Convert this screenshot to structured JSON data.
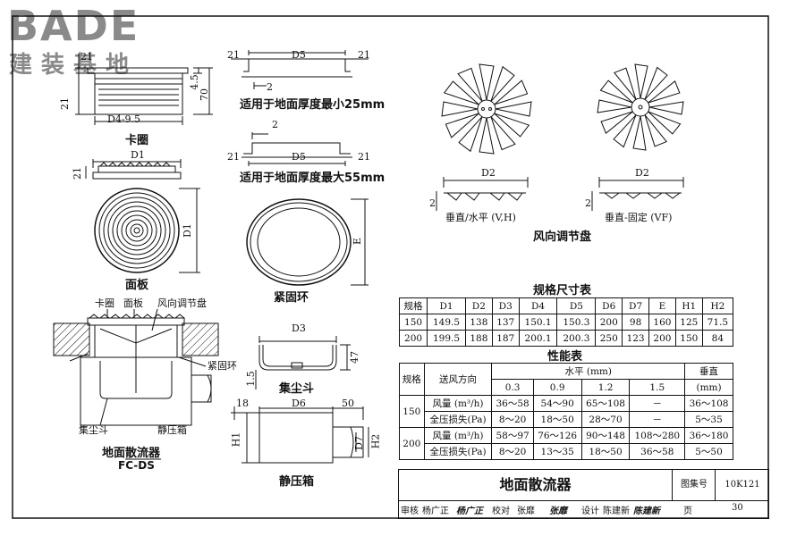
{
  "logo": {
    "brand": "BADE",
    "sub": "建装基地"
  },
  "parts": {
    "kaquan": {
      "caption": "卡圈",
      "dims": [
        "21",
        "4.5",
        "70",
        "21",
        "D4-9.5"
      ]
    },
    "mianban": {
      "caption": "面板",
      "dims": [
        "D1",
        "21",
        "D1"
      ]
    },
    "kaquan_top": {
      "dims": [
        "21",
        "D5",
        "21",
        "2"
      ],
      "note": "适用于地面厚度最小25mm"
    },
    "kaquan_bottom": {
      "dims": [
        "2",
        "21",
        "D5",
        "21"
      ],
      "note": "适用于地面厚度最大55mm"
    },
    "jingu": {
      "caption": "紧固环",
      "dims": [
        "E"
      ]
    },
    "jichen": {
      "caption": "集尘斗",
      "dims": [
        "D3",
        "47",
        "1.5"
      ]
    },
    "jingya": {
      "caption": "静压箱",
      "dims": [
        "18",
        "D6",
        "50",
        "H1",
        "D7",
        "H2"
      ]
    },
    "fengxiang": {
      "caption": "风向调节盘",
      "left_dim": "D2",
      "right_dim": "D2",
      "thick": "2",
      "left_label": "垂直/水平 (V,H)",
      "right_label": "垂直-固定 (VF)"
    },
    "assembly": {
      "caption": "地面散流器",
      "code": "FC-DS",
      "labels": [
        "卡圈",
        "面板",
        "风向调节盘",
        "紧固环",
        "集尘斗",
        "静压箱"
      ]
    }
  },
  "spec_table": {
    "title": "规格尺寸表",
    "headers": [
      "规格",
      "D1",
      "D2",
      "D3",
      "D4",
      "D5",
      "D6",
      "D7",
      "E",
      "H1",
      "H2"
    ],
    "rows": [
      [
        "150",
        "149.5",
        "138",
        "137",
        "150.1",
        "150.3",
        "200",
        "98",
        "160",
        "125",
        "71.5"
      ],
      [
        "200",
        "199.5",
        "188",
        "187",
        "200.1",
        "200.3",
        "250",
        "123",
        "200",
        "150",
        "84"
      ]
    ]
  },
  "perf_table": {
    "title": "性能表",
    "h_spec": "规格",
    "h_dir": "送风方向",
    "h_horiz": "水平 (mm)",
    "h_vert": "垂直",
    "h_vert_unit": "(mm)",
    "cols": [
      "0.3",
      "0.9",
      "1.2",
      "1.5"
    ],
    "groups": [
      {
        "spec": "150",
        "rows": [
          {
            "label": "风量 (m³/h)",
            "vals": [
              "36～58",
              "54～90",
              "65～108",
              "－",
              "36～108"
            ]
          },
          {
            "label": "全压损失(Pa)",
            "vals": [
              "8～20",
              "18～50",
              "28～70",
              "－",
              "5～35"
            ]
          }
        ]
      },
      {
        "spec": "200",
        "rows": [
          {
            "label": "风量 (m³/h)",
            "vals": [
              "58～97",
              "76～126",
              "90～148",
              "108～280",
              "36～180"
            ]
          },
          {
            "label": "全压损失(Pa)",
            "vals": [
              "8～20",
              "13～35",
              "18～50",
              "36～58",
              "5～50"
            ]
          }
        ]
      }
    ]
  },
  "title_block": {
    "title": "地面散流器",
    "atlas_label": "图集号",
    "atlas_no": "10K121",
    "page_label": "页",
    "page_no": "30",
    "sign": [
      "审核",
      "杨广正",
      "杨广正",
      "校对",
      "张靡",
      "张靡",
      "设计",
      "陈建新",
      "陈建新"
    ]
  },
  "colors": {
    "line": "#111111",
    "logo": "#8a8a8a"
  }
}
